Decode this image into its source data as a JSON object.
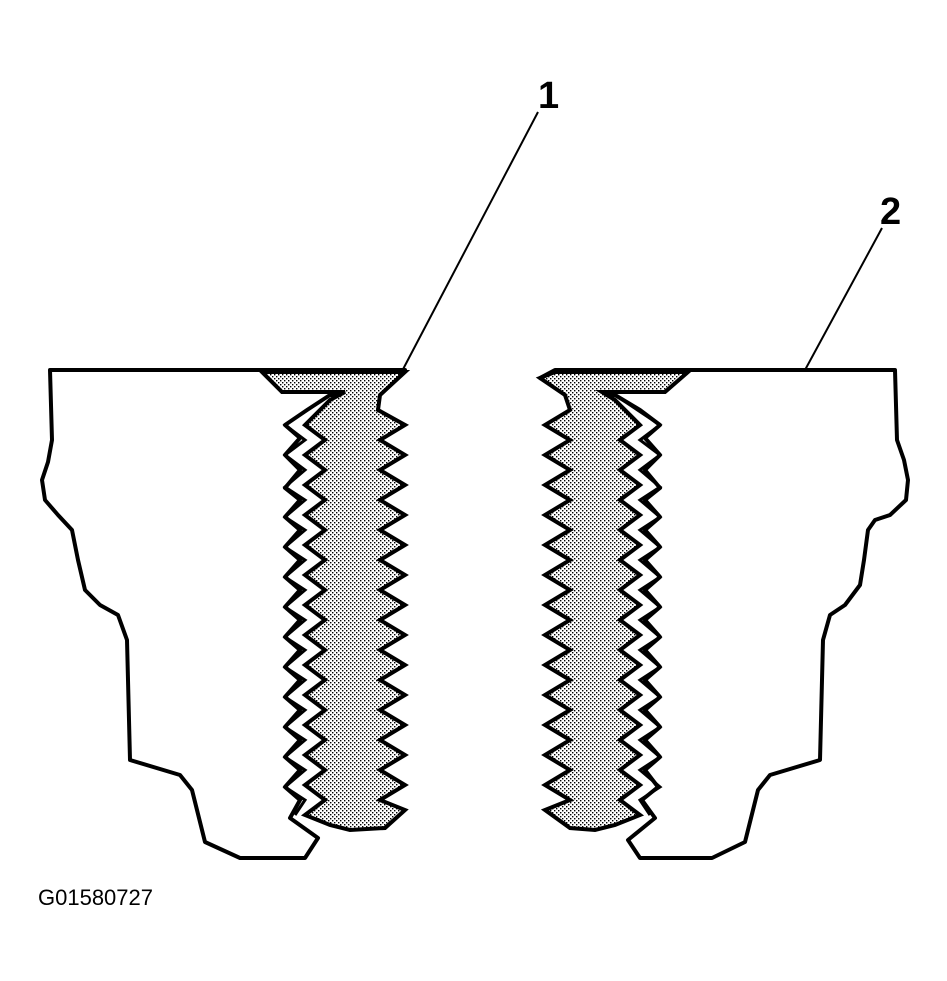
{
  "callouts": [
    {
      "id": "1",
      "label": "1"
    },
    {
      "id": "2",
      "label": "2"
    }
  ],
  "figure_id": "G01580727",
  "colors": {
    "line": "#000000",
    "background": "#ffffff",
    "sealant_dots": "#000000"
  }
}
